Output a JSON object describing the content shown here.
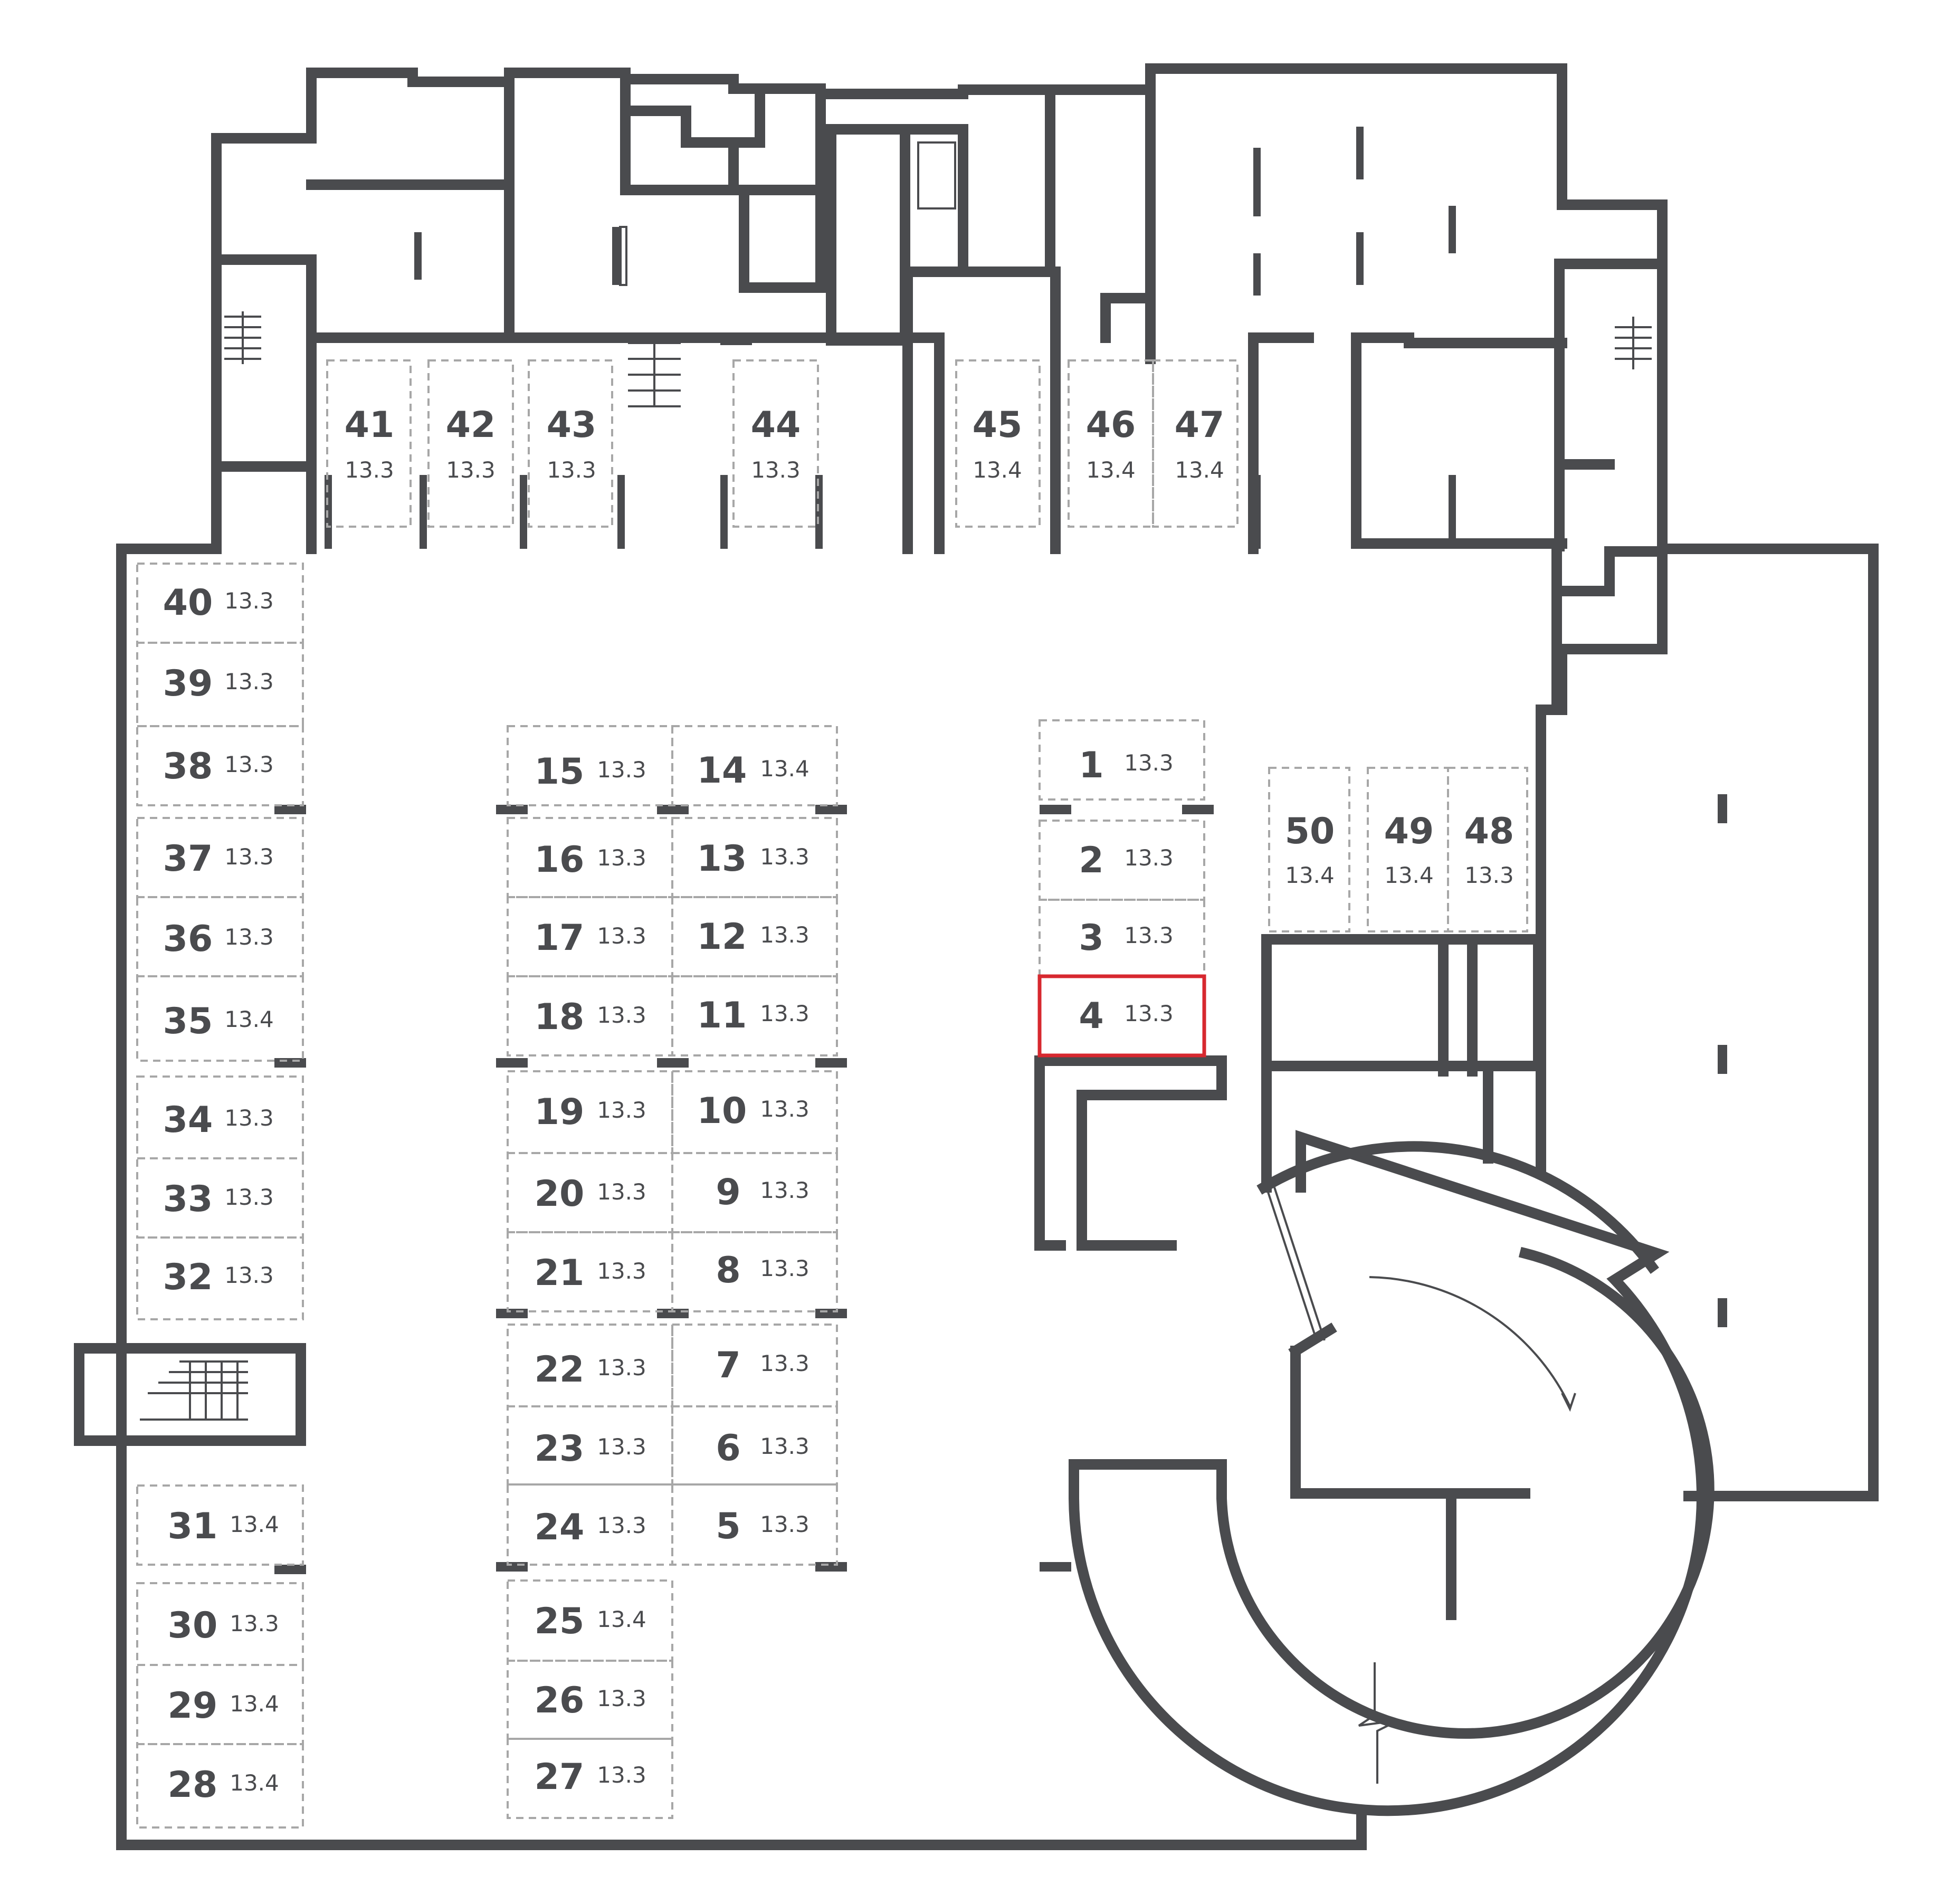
{
  "plan": {
    "highlight_color": "#d7282f",
    "wall_color": "#4a4b4e",
    "spot_border_color": "#a7a7a7",
    "highlighted_spot": "4"
  },
  "spots": [
    {
      "id": "1",
      "area": "13.3"
    },
    {
      "id": "2",
      "area": "13.3"
    },
    {
      "id": "3",
      "area": "13.3"
    },
    {
      "id": "4",
      "area": "13.3"
    },
    {
      "id": "5",
      "area": "13.3"
    },
    {
      "id": "6",
      "area": "13.3"
    },
    {
      "id": "7",
      "area": "13.3"
    },
    {
      "id": "8",
      "area": "13.3"
    },
    {
      "id": "9",
      "area": "13.3"
    },
    {
      "id": "10",
      "area": "13.3"
    },
    {
      "id": "11",
      "area": "13.3"
    },
    {
      "id": "12",
      "area": "13.3"
    },
    {
      "id": "13",
      "area": "13.3"
    },
    {
      "id": "14",
      "area": "13.4"
    },
    {
      "id": "15",
      "area": "13.3"
    },
    {
      "id": "16",
      "area": "13.3"
    },
    {
      "id": "17",
      "area": "13.3"
    },
    {
      "id": "18",
      "area": "13.3"
    },
    {
      "id": "19",
      "area": "13.3"
    },
    {
      "id": "20",
      "area": "13.3"
    },
    {
      "id": "21",
      "area": "13.3"
    },
    {
      "id": "22",
      "area": "13.3"
    },
    {
      "id": "23",
      "area": "13.3"
    },
    {
      "id": "24",
      "area": "13.3"
    },
    {
      "id": "25",
      "area": "13.4"
    },
    {
      "id": "26",
      "area": "13.3"
    },
    {
      "id": "27",
      "area": "13.3"
    },
    {
      "id": "28",
      "area": "13.4"
    },
    {
      "id": "29",
      "area": "13.4"
    },
    {
      "id": "30",
      "area": "13.3"
    },
    {
      "id": "31",
      "area": "13.4"
    },
    {
      "id": "32",
      "area": "13.3"
    },
    {
      "id": "33",
      "area": "13.3"
    },
    {
      "id": "34",
      "area": "13.3"
    },
    {
      "id": "35",
      "area": "13.4"
    },
    {
      "id": "36",
      "area": "13.3"
    },
    {
      "id": "37",
      "area": "13.3"
    },
    {
      "id": "38",
      "area": "13.3"
    },
    {
      "id": "39",
      "area": "13.3"
    },
    {
      "id": "40",
      "area": "13.3"
    },
    {
      "id": "41",
      "area": "13.3"
    },
    {
      "id": "42",
      "area": "13.3"
    },
    {
      "id": "43",
      "area": "13.3"
    },
    {
      "id": "44",
      "area": "13.3"
    },
    {
      "id": "45",
      "area": "13.4"
    },
    {
      "id": "46",
      "area": "13.4"
    },
    {
      "id": "47",
      "area": "13.4"
    },
    {
      "id": "48",
      "area": "13.3"
    },
    {
      "id": "49",
      "area": "13.4"
    },
    {
      "id": "50",
      "area": "13.4"
    }
  ]
}
